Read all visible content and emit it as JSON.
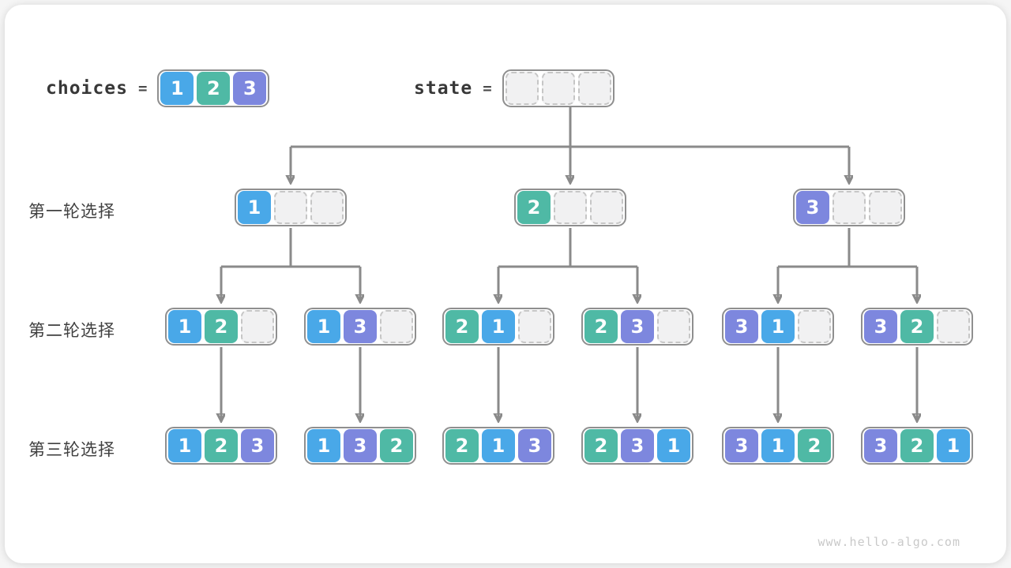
{
  "header": {
    "choices_label": "choices",
    "state_label": "state",
    "equals": "=",
    "choices_cells": [
      "1",
      "2",
      "3"
    ],
    "state_cells": [
      "",
      "",
      ""
    ]
  },
  "rows": {
    "round1_label": "第一轮选择",
    "round2_label": "第二轮选择",
    "round3_label": "第三轮选择"
  },
  "colors": {
    "1": "#49a8e8",
    "2": "#4fb9a5",
    "3": "#7d87de",
    "empty_fill": "#f1f1f2",
    "arrow": "#8a8a8a"
  },
  "tree": {
    "level1": [
      [
        "1",
        "",
        ""
      ],
      [
        "2",
        "",
        ""
      ],
      [
        "3",
        "",
        ""
      ]
    ],
    "level2": [
      [
        "1",
        "2",
        ""
      ],
      [
        "1",
        "3",
        ""
      ],
      [
        "2",
        "1",
        ""
      ],
      [
        "2",
        "3",
        ""
      ],
      [
        "3",
        "1",
        ""
      ],
      [
        "3",
        "2",
        ""
      ]
    ],
    "level3": [
      [
        "1",
        "2",
        "3"
      ],
      [
        "1",
        "3",
        "2"
      ],
      [
        "2",
        "1",
        "3"
      ],
      [
        "2",
        "3",
        "1"
      ],
      [
        "3",
        "1",
        "2"
      ],
      [
        "3",
        "2",
        "1"
      ]
    ]
  },
  "footer": {
    "watermark": "www.hello-algo.com"
  }
}
